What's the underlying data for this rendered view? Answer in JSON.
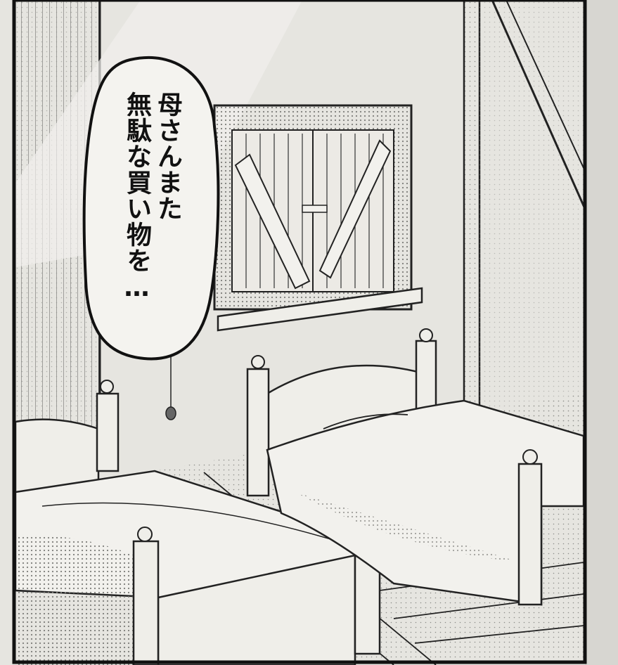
{
  "panel": {
    "speech_bubble": {
      "lines": [
        "母さんまた",
        "無駄な買い物を…"
      ]
    }
  },
  "colors": {
    "paper": "#e6e5e0",
    "ink": "#111111",
    "screentone": "#8a8a86"
  },
  "icons": {
    "room": "bedroom-scene"
  }
}
